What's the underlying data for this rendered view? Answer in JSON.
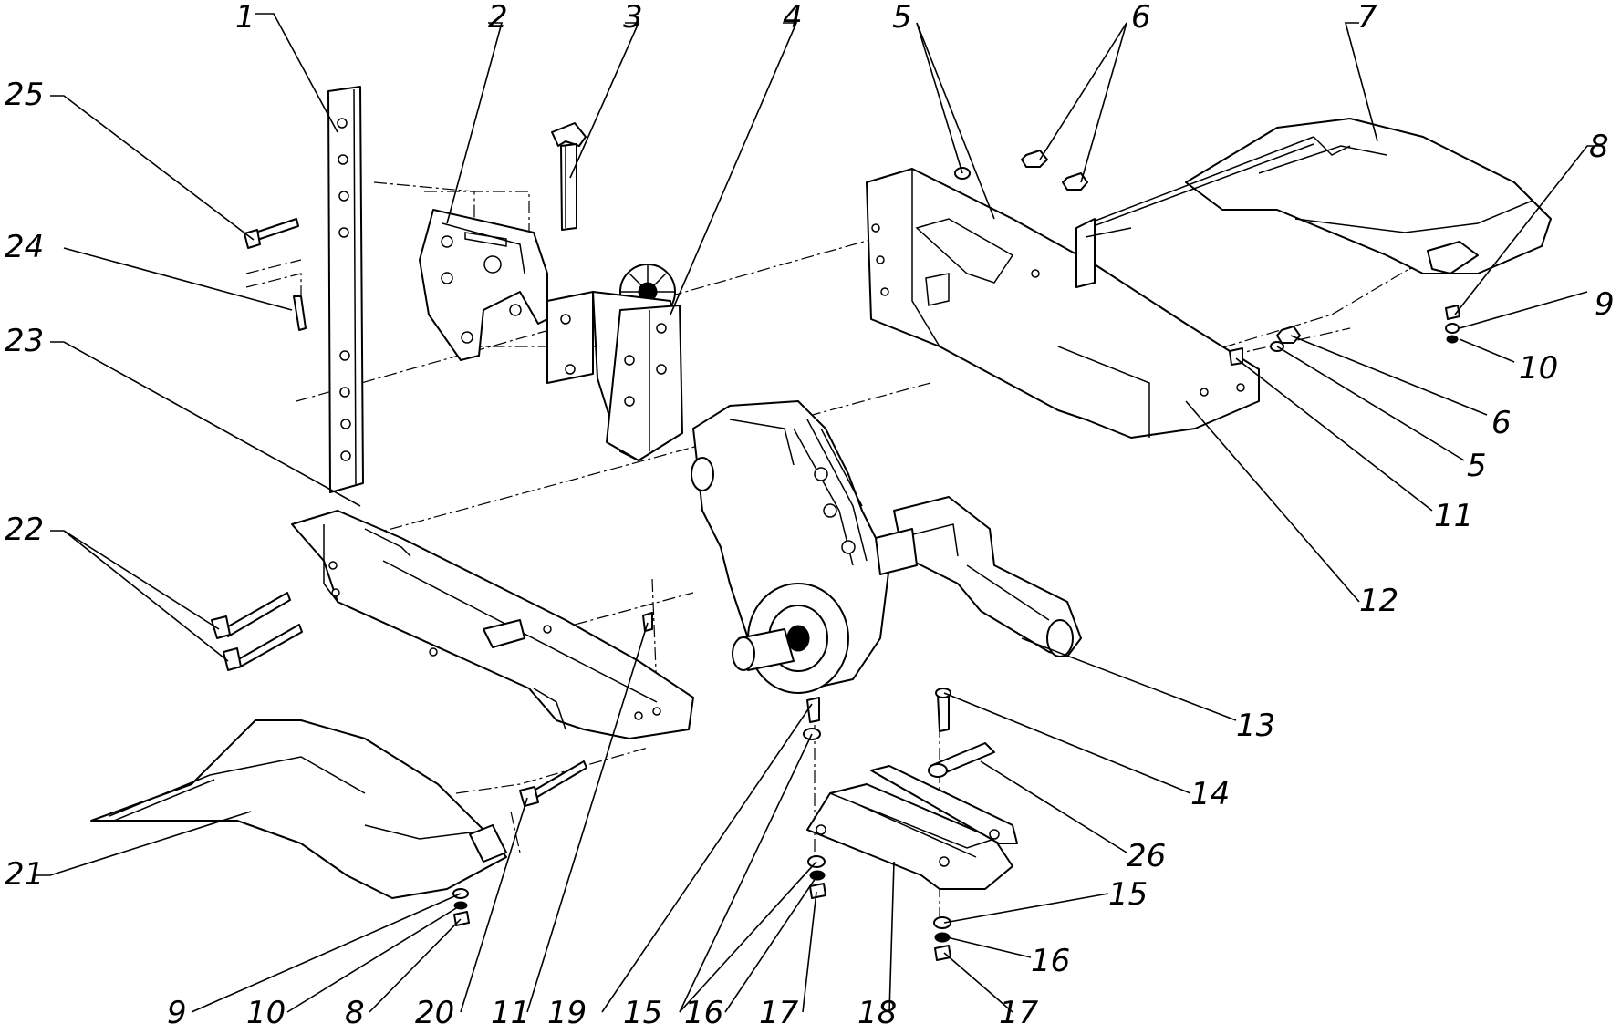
{
  "callouts": [
    {
      "id": "c1",
      "text": "1"
    },
    {
      "id": "c2",
      "text": "2"
    },
    {
      "id": "c3",
      "text": "3"
    },
    {
      "id": "c4",
      "text": "4"
    },
    {
      "id": "c5a",
      "text": "5"
    },
    {
      "id": "c6a",
      "text": "6"
    },
    {
      "id": "c7",
      "text": "7"
    },
    {
      "id": "c8a",
      "text": "8"
    },
    {
      "id": "c9a",
      "text": "9"
    },
    {
      "id": "c10a",
      "text": "10"
    },
    {
      "id": "c6b",
      "text": "6"
    },
    {
      "id": "c5b",
      "text": "5"
    },
    {
      "id": "c11a",
      "text": "11"
    },
    {
      "id": "c12",
      "text": "12"
    },
    {
      "id": "c13",
      "text": "13"
    },
    {
      "id": "c14",
      "text": "14"
    },
    {
      "id": "c26",
      "text": "26"
    },
    {
      "id": "c15a",
      "text": "15"
    },
    {
      "id": "c16a",
      "text": "16"
    },
    {
      "id": "c17a",
      "text": "17"
    },
    {
      "id": "c25",
      "text": "25"
    },
    {
      "id": "c24",
      "text": "24"
    },
    {
      "id": "c23",
      "text": "23"
    },
    {
      "id": "c22",
      "text": "22"
    },
    {
      "id": "c21",
      "text": "21"
    },
    {
      "id": "c9b",
      "text": "9"
    },
    {
      "id": "c10b",
      "text": "10"
    },
    {
      "id": "c8b",
      "text": "8"
    },
    {
      "id": "c20",
      "text": "20"
    },
    {
      "id": "c11b",
      "text": "11"
    },
    {
      "id": "c19",
      "text": "19"
    },
    {
      "id": "c15b",
      "text": "15"
    },
    {
      "id": "c16b",
      "text": "16"
    },
    {
      "id": "c17b",
      "text": "17"
    },
    {
      "id": "c18",
      "text": "18"
    }
  ]
}
